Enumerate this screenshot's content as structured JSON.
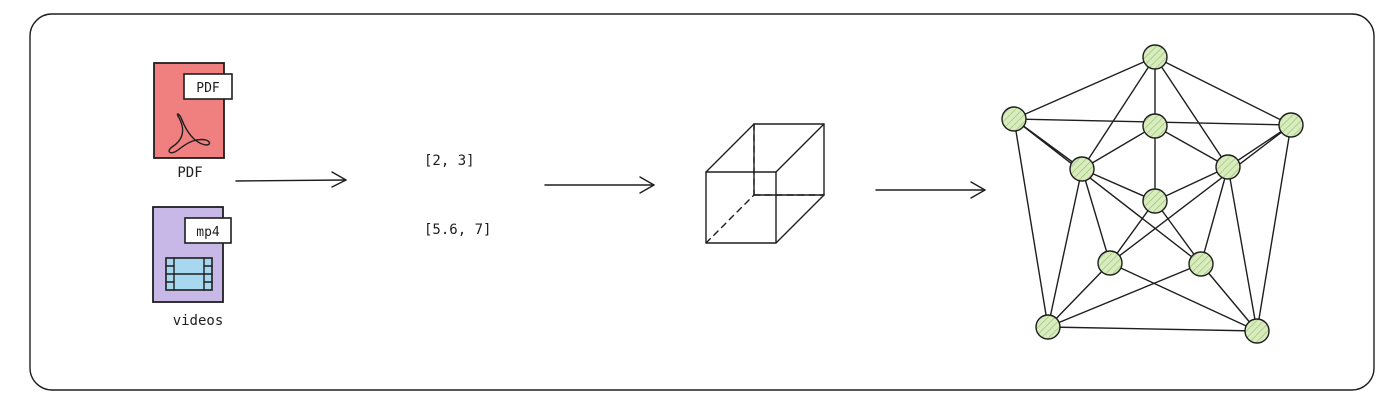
{
  "inputs": {
    "pdf_tag": "PDF",
    "pdf_label": "PDF",
    "video_tag": "mp4",
    "video_label": "videos"
  },
  "vectors": [
    "[2, 3]",
    "[5.6, 7]"
  ],
  "colors": {
    "stroke": "#1e1e1e",
    "pdf_fill": "#f08080",
    "video_fill": "#c8b8e8",
    "film_fill": "#a8d8f0",
    "node_fill": "#d8ecc0"
  },
  "icons": [
    "pdf-file-icon",
    "acrobat-logo-icon",
    "video-file-icon",
    "film-strip-icon",
    "cube-icon",
    "arrow-icon",
    "graph-node-icon"
  ]
}
